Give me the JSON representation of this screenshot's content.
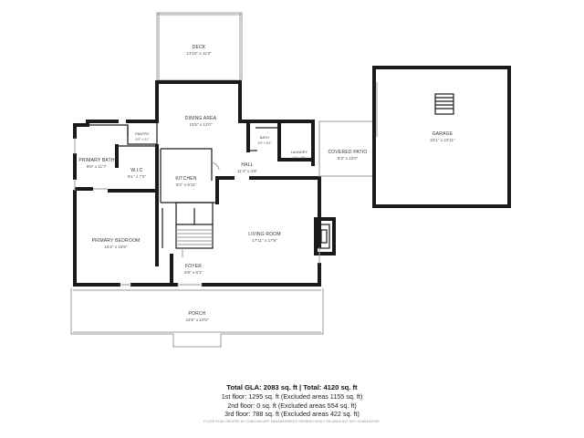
{
  "rooms": {
    "deck": {
      "name": "DECK",
      "dim": "13'10\" x 11'3\""
    },
    "dining": {
      "name": "DINING AREA",
      "dim": "15'5\" x 12'0\""
    },
    "pantry": {
      "name": "PANTRY",
      "dim": "4'9\" x 4'1\""
    },
    "bath": {
      "name": "BATH",
      "dim": "4'9\" x 5'0\""
    },
    "laundry": {
      "name": "LAUNDRY",
      "dim": "6'3\" x 9'5\""
    },
    "covered_patio": {
      "name": "COVERED PATIO",
      "dim": "9'3\" x 10'0\""
    },
    "garage": {
      "name": "GARAGE",
      "dim": "22'1\" x 22'11\""
    },
    "primary_bath": {
      "name": "PRIMARY BATH",
      "dim": "8'8\" x 11'7\""
    },
    "wic": {
      "name": "W.I.C",
      "dim": "6'1\" x 7'2\""
    },
    "kitchen": {
      "name": "KITCHEN",
      "dim": "9'2\" x 8'11\""
    },
    "hall": {
      "name": "HALL",
      "dim": "11'4\" x 4'6\""
    },
    "primary_bedroom": {
      "name": "PRIMARY BEDROOM",
      "dim": "16'2\" x 15'5\""
    },
    "living": {
      "name": "LIVING ROOM",
      "dim": "17'11\" x 17'9\""
    },
    "foyer": {
      "name": "FOYER",
      "dim": "6'8\" x 6'1\""
    },
    "porch": {
      "name": "PORCH",
      "dim": "41'5\" x 10'0\""
    }
  },
  "summary": {
    "title": "Total GLA: 2083 sq. ft | Total: 4120 sq. ft",
    "lines": [
      "1st floor: 1295 sq. ft (Excluded areas 1155 sq. ft)",
      "2nd floor: 0 sq. ft (Excluded areas 554 sq. ft)",
      "3rd floor: 788 sq. ft (Excluded areas 422 sq. ft)"
    ],
    "disclaimer": "FLOOR PLAN CREATED BY CUBICASA APP. MEASUREMENTS DEEMED HIGHLY RELIABLE BUT NOT GUARANTEED."
  }
}
